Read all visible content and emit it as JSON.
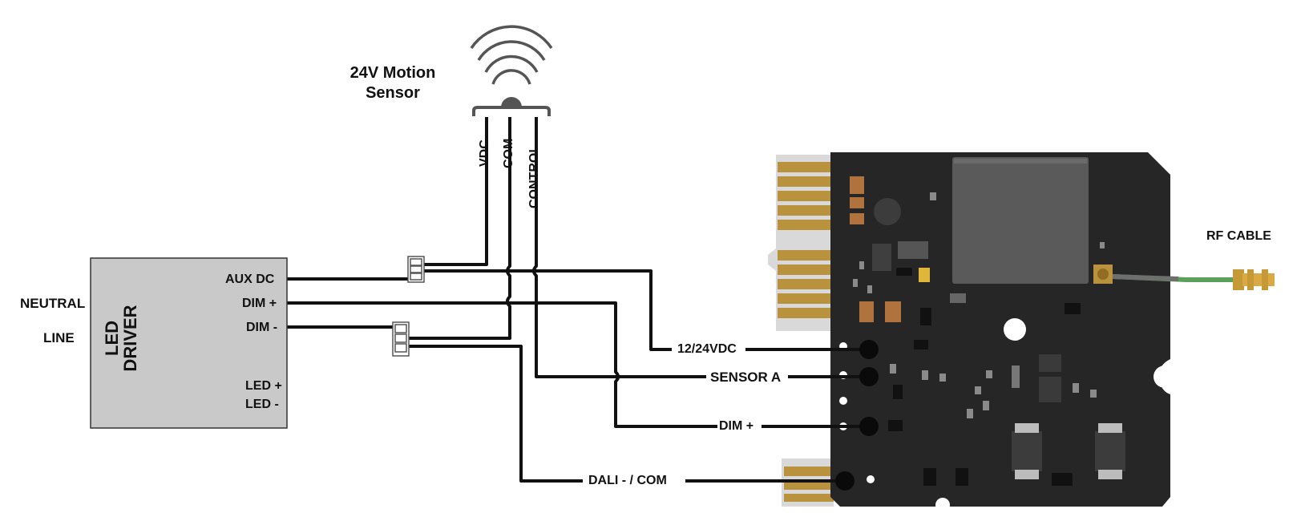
{
  "sensor": {
    "title_line1": "24V Motion",
    "title_line2": "Sensor",
    "pins": [
      "VDC",
      "COM",
      "CONTROL"
    ]
  },
  "driver": {
    "name_line1": "LED",
    "name_line2": "DRIVER",
    "input_labels": [
      "NEUTRAL",
      "LINE"
    ],
    "terminals": [
      "AUX DC",
      "DIM +",
      "DIM -",
      "LED +",
      "LED -"
    ],
    "fill_color": "#c9c9c9"
  },
  "board": {
    "terminals": [
      "12/24VDC",
      "SENSOR A",
      "DIM +",
      "DALI - / COM"
    ],
    "antenna_label": "RF CABLE",
    "pcb_color": "#262626",
    "gold_color": "#b8923c",
    "cable_color": "#5aa05a"
  },
  "colors": {
    "wire": "#111111"
  }
}
